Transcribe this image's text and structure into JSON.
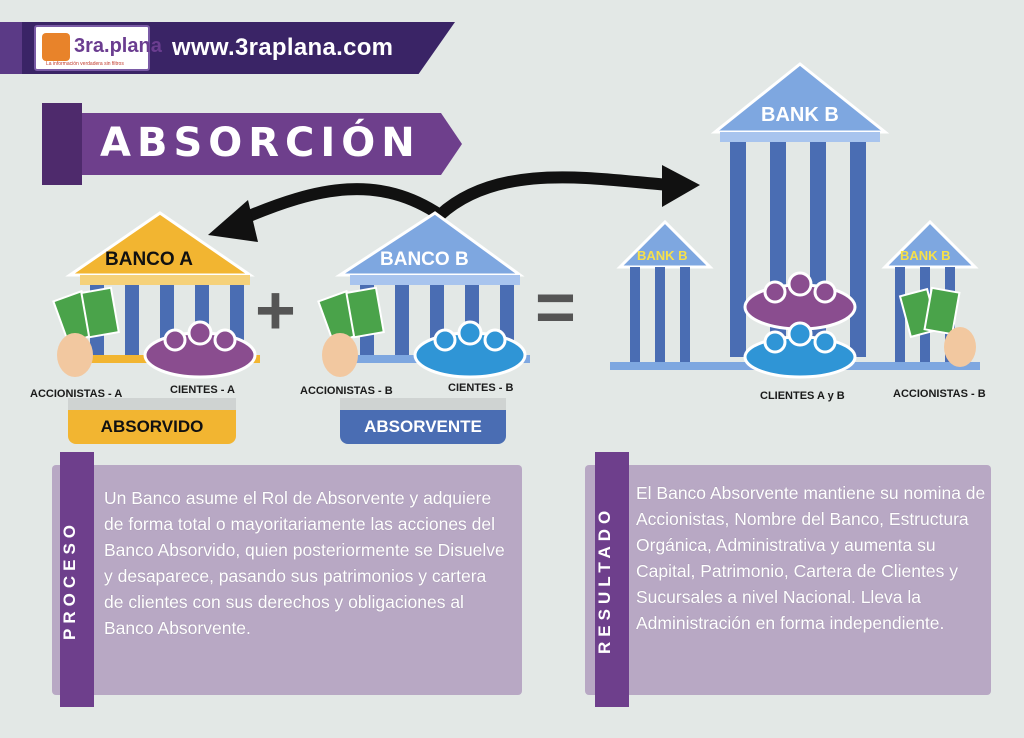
{
  "header": {
    "logo_text": "3ra.plana",
    "logo_tagline": "La información verdadera sin filtros",
    "url": "www.3raplana.com"
  },
  "title": "ABSORCIÓN",
  "bank_a": {
    "name": "BANCO A",
    "shareholders": "ACCIONISTAS - A",
    "clients": "CIENTES - A",
    "tag": "ABSORVIDO"
  },
  "bank_b": {
    "name": "BANCO B",
    "shareholders": "ACCIONISTAS - B",
    "clients": "CIENTES - B",
    "tag": "ABSORVENTE"
  },
  "result_bank": {
    "main": "BANK B",
    "left": "BANK B",
    "right": "BANK B",
    "clients": "CLIENTES A y B",
    "shareholders": "ACCIONISTAS - B"
  },
  "operators": {
    "plus": "+",
    "equals": "="
  },
  "proceso": {
    "tab": "PROCESO",
    "text": "Un Banco asume el Rol de Absorvente y adquiere de forma total o mayoritariamente las acciones del Banco Absorvido, quien posteriormente se Disuelve y desaparece, pasando sus patrimonios y cartera de clientes con sus derechos y obligaciones al Banco Absorvente."
  },
  "resultado": {
    "tab": "RESULTADO",
    "text": "El Banco Absorvente mantiene su nomina de Accionistas, Nombre del Banco, Estructura Orgánica, Administrativa y aumenta su Capital, Patrimonio, Cartera de Clientes y Sucursales a nivel Nacional. Lleva la Administración en forma independiente."
  },
  "colors": {
    "purple": "#6e3f8c",
    "dark_purple": "#3a2466",
    "gold": "#f2b531",
    "blue": "#4a6db3",
    "panel": "#b8a8c4"
  }
}
